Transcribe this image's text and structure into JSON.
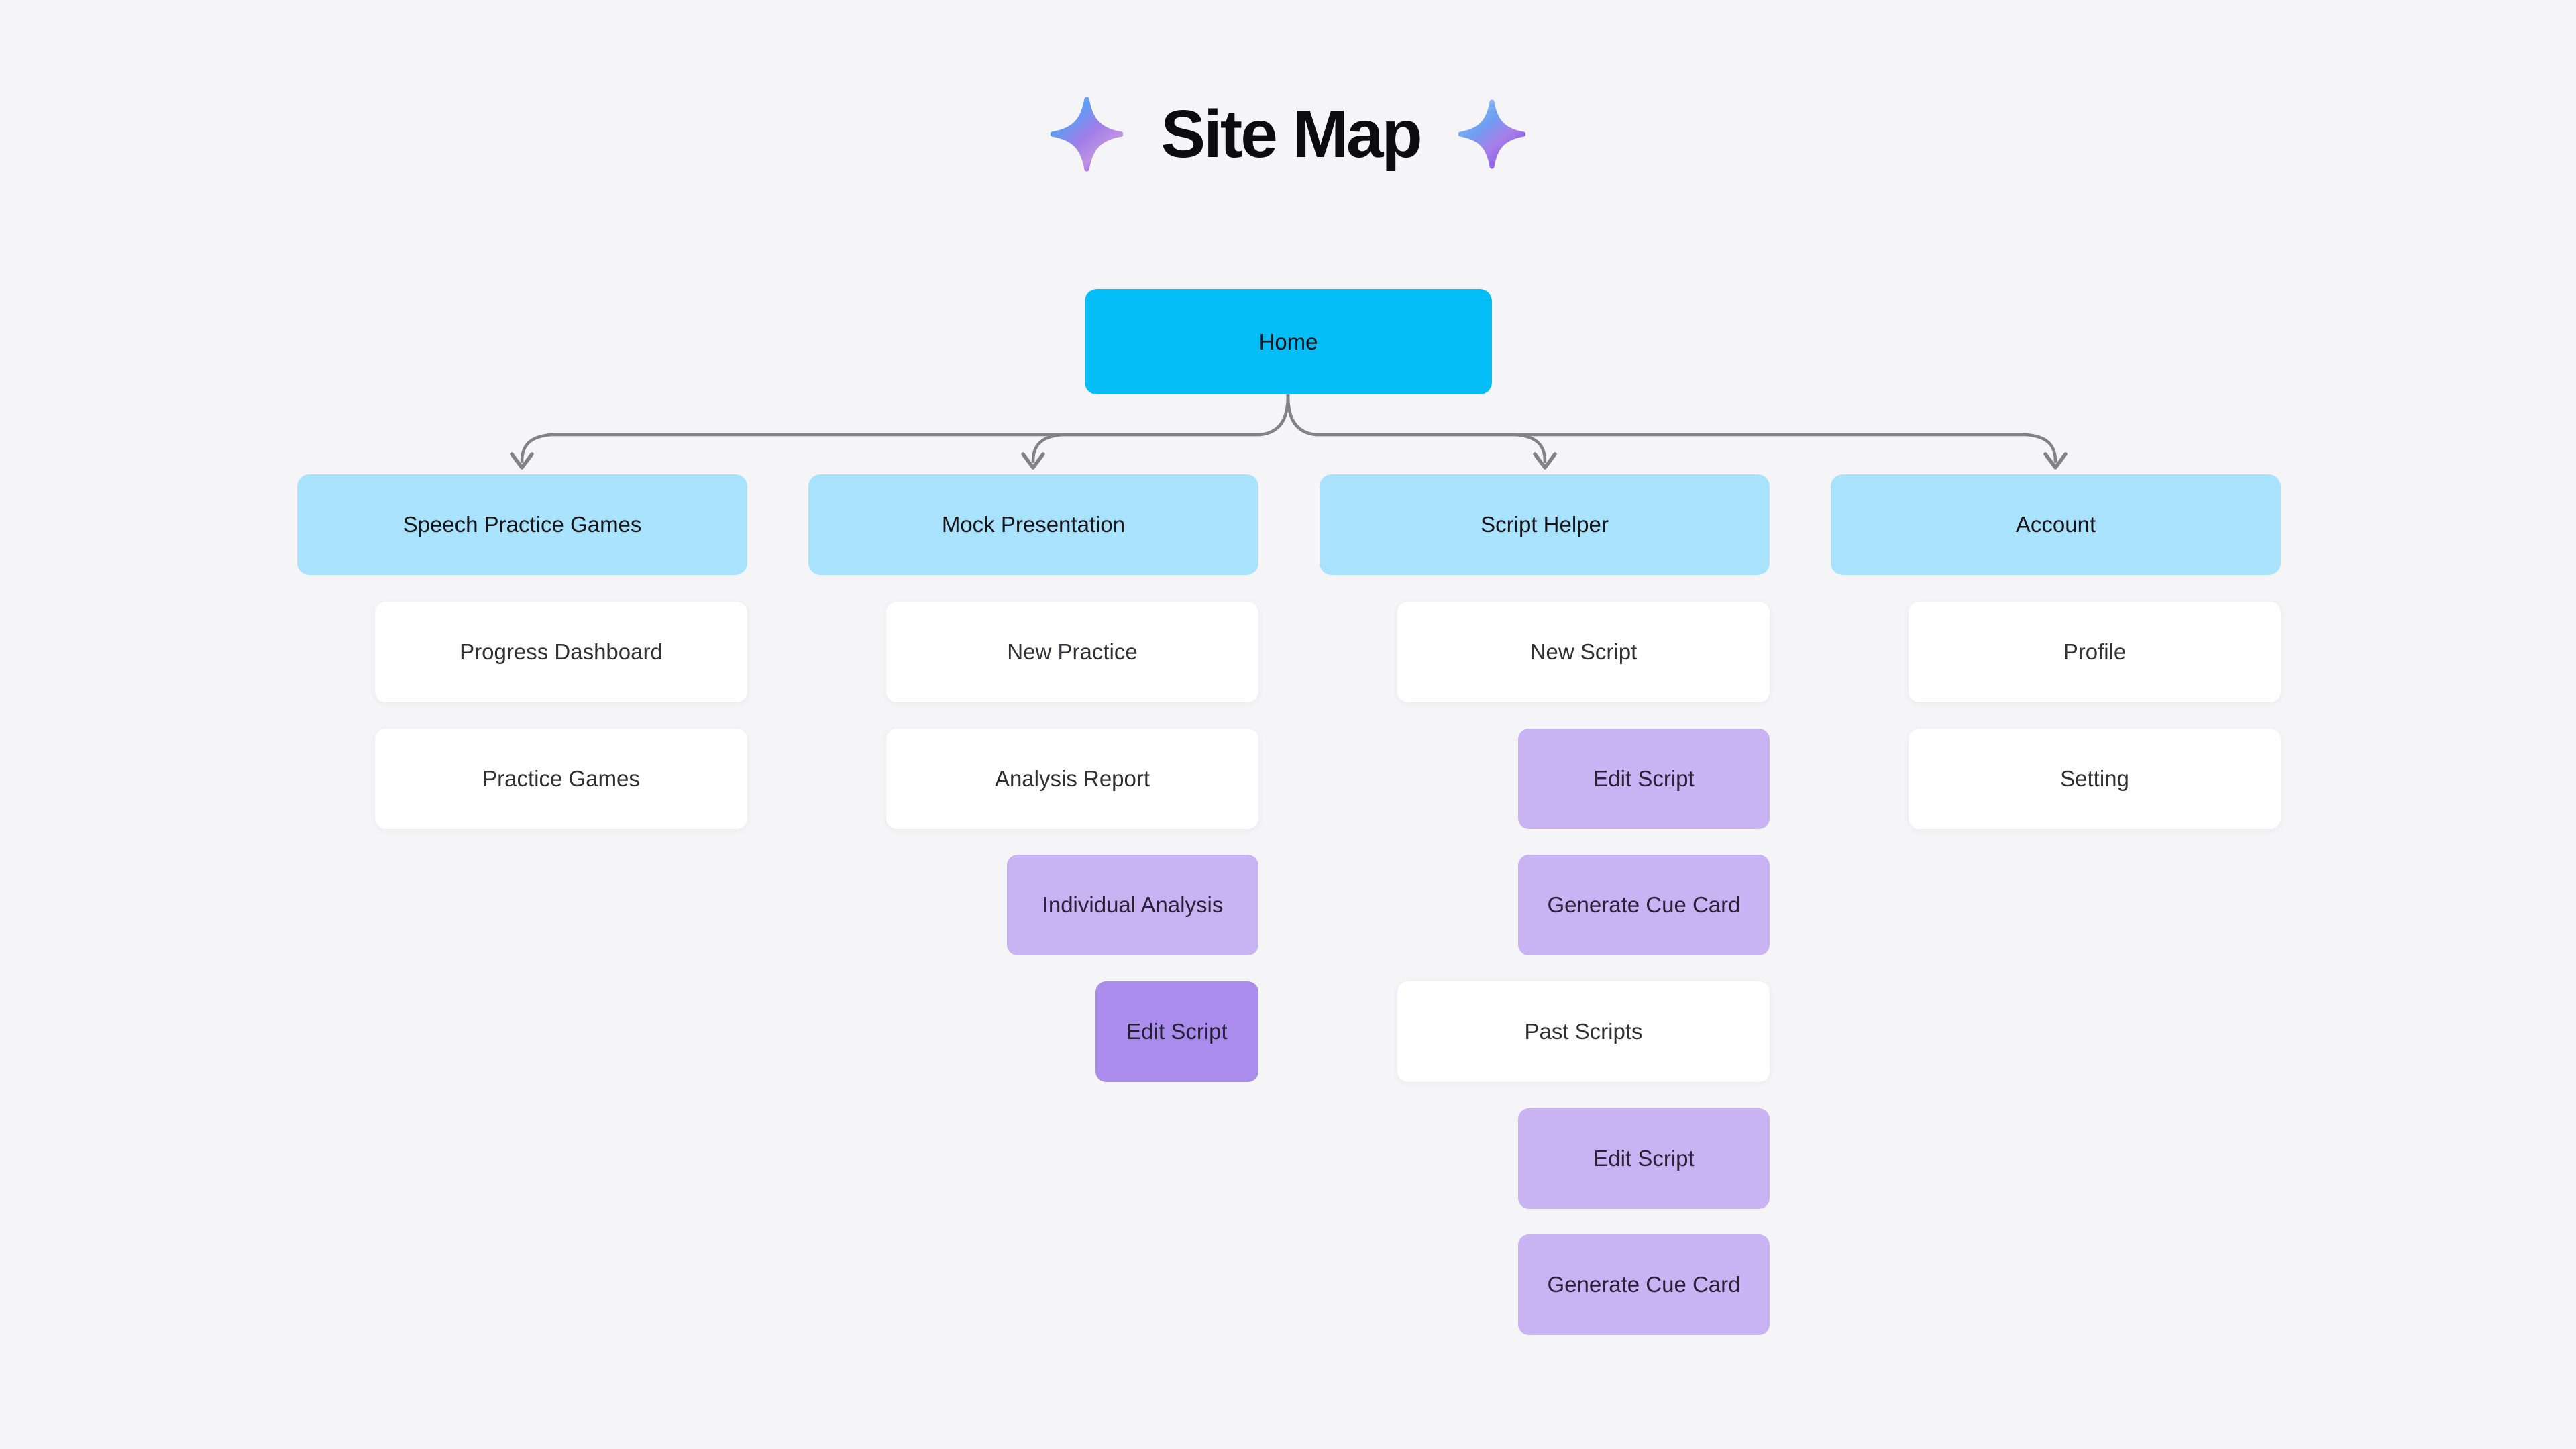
{
  "title": {
    "text": "Site Map"
  },
  "icons": {
    "left": "sparkle-icon",
    "right": "sparkle-icon"
  },
  "home": {
    "label": "Home"
  },
  "branches": [
    {
      "label": "Speech Practice Games",
      "children": [
        {
          "label": "Progress Dashboard",
          "type": "page"
        },
        {
          "label": "Practice Games",
          "type": "page"
        }
      ]
    },
    {
      "label": "Mock Presentation",
      "children": [
        {
          "label": "New Practice",
          "type": "page"
        },
        {
          "label": "Analysis Report",
          "type": "page"
        },
        {
          "label": "Individual Analysis",
          "type": "subpage"
        },
        {
          "label": "Edit Script",
          "type": "action"
        }
      ]
    },
    {
      "label": "Script Helper",
      "children": [
        {
          "label": "New Script",
          "type": "page"
        },
        {
          "label": "Edit Script",
          "type": "subpage"
        },
        {
          "label": "Generate Cue Card",
          "type": "subpage"
        },
        {
          "label": "Past Scripts",
          "type": "page"
        },
        {
          "label": "Edit Script",
          "type": "subpage"
        },
        {
          "label": "Generate Cue Card",
          "type": "subpage"
        }
      ]
    },
    {
      "label": "Account",
      "children": [
        {
          "label": "Profile",
          "type": "page"
        },
        {
          "label": "Setting",
          "type": "page"
        }
      ]
    }
  ],
  "colors": {
    "background": "#F5F5F7",
    "home_node": "#06BEF7",
    "branch_node": "#A9E2FC",
    "page_node": "#FFFFFF",
    "subpage_node": "#C9B3F3",
    "action_node": "#A98CEC",
    "connector": "#828282",
    "title_text": "#0C0C0F"
  }
}
